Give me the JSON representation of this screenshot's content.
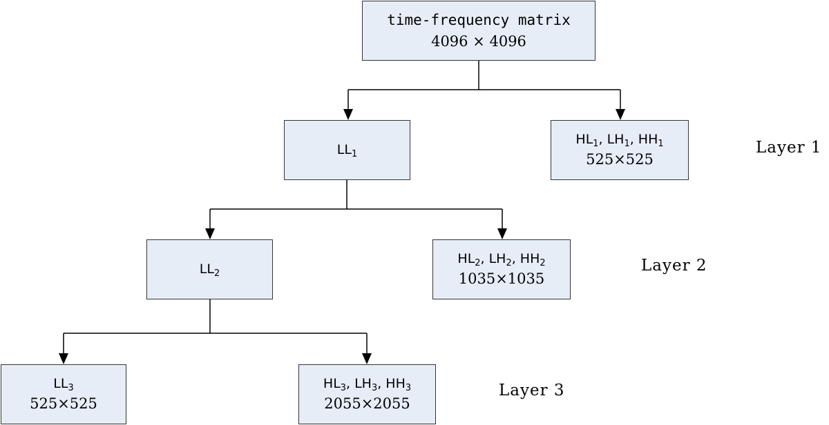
{
  "nodes": {
    "root": {
      "line1": "time-frequency matrix",
      "line2": "4096 × 4096"
    },
    "ll1": {
      "name": "LL",
      "sub": "1"
    },
    "high1": {
      "bands": [
        "HL",
        "LH",
        "HH"
      ],
      "sub": "1",
      "separator": ", ",
      "size": "525×525"
    },
    "ll2": {
      "name": "LL",
      "sub": "2"
    },
    "high2": {
      "bands": [
        "HL",
        "LH",
        "HH"
      ],
      "sub": "2",
      "separator": ", ",
      "size": "1035×1035"
    },
    "ll3": {
      "name": "LL",
      "sub": "3",
      "size": "525×525"
    },
    "high3": {
      "bands": [
        "HL",
        "LH",
        "HH"
      ],
      "sub": "3",
      "separator": ", ",
      "size": "2055×2055"
    }
  },
  "layers": [
    "Layer 1",
    "Layer 2",
    "Layer 3"
  ],
  "colors": {
    "box_fill": "#e6edf7",
    "box_border": "#333333",
    "connector": "#000000"
  }
}
